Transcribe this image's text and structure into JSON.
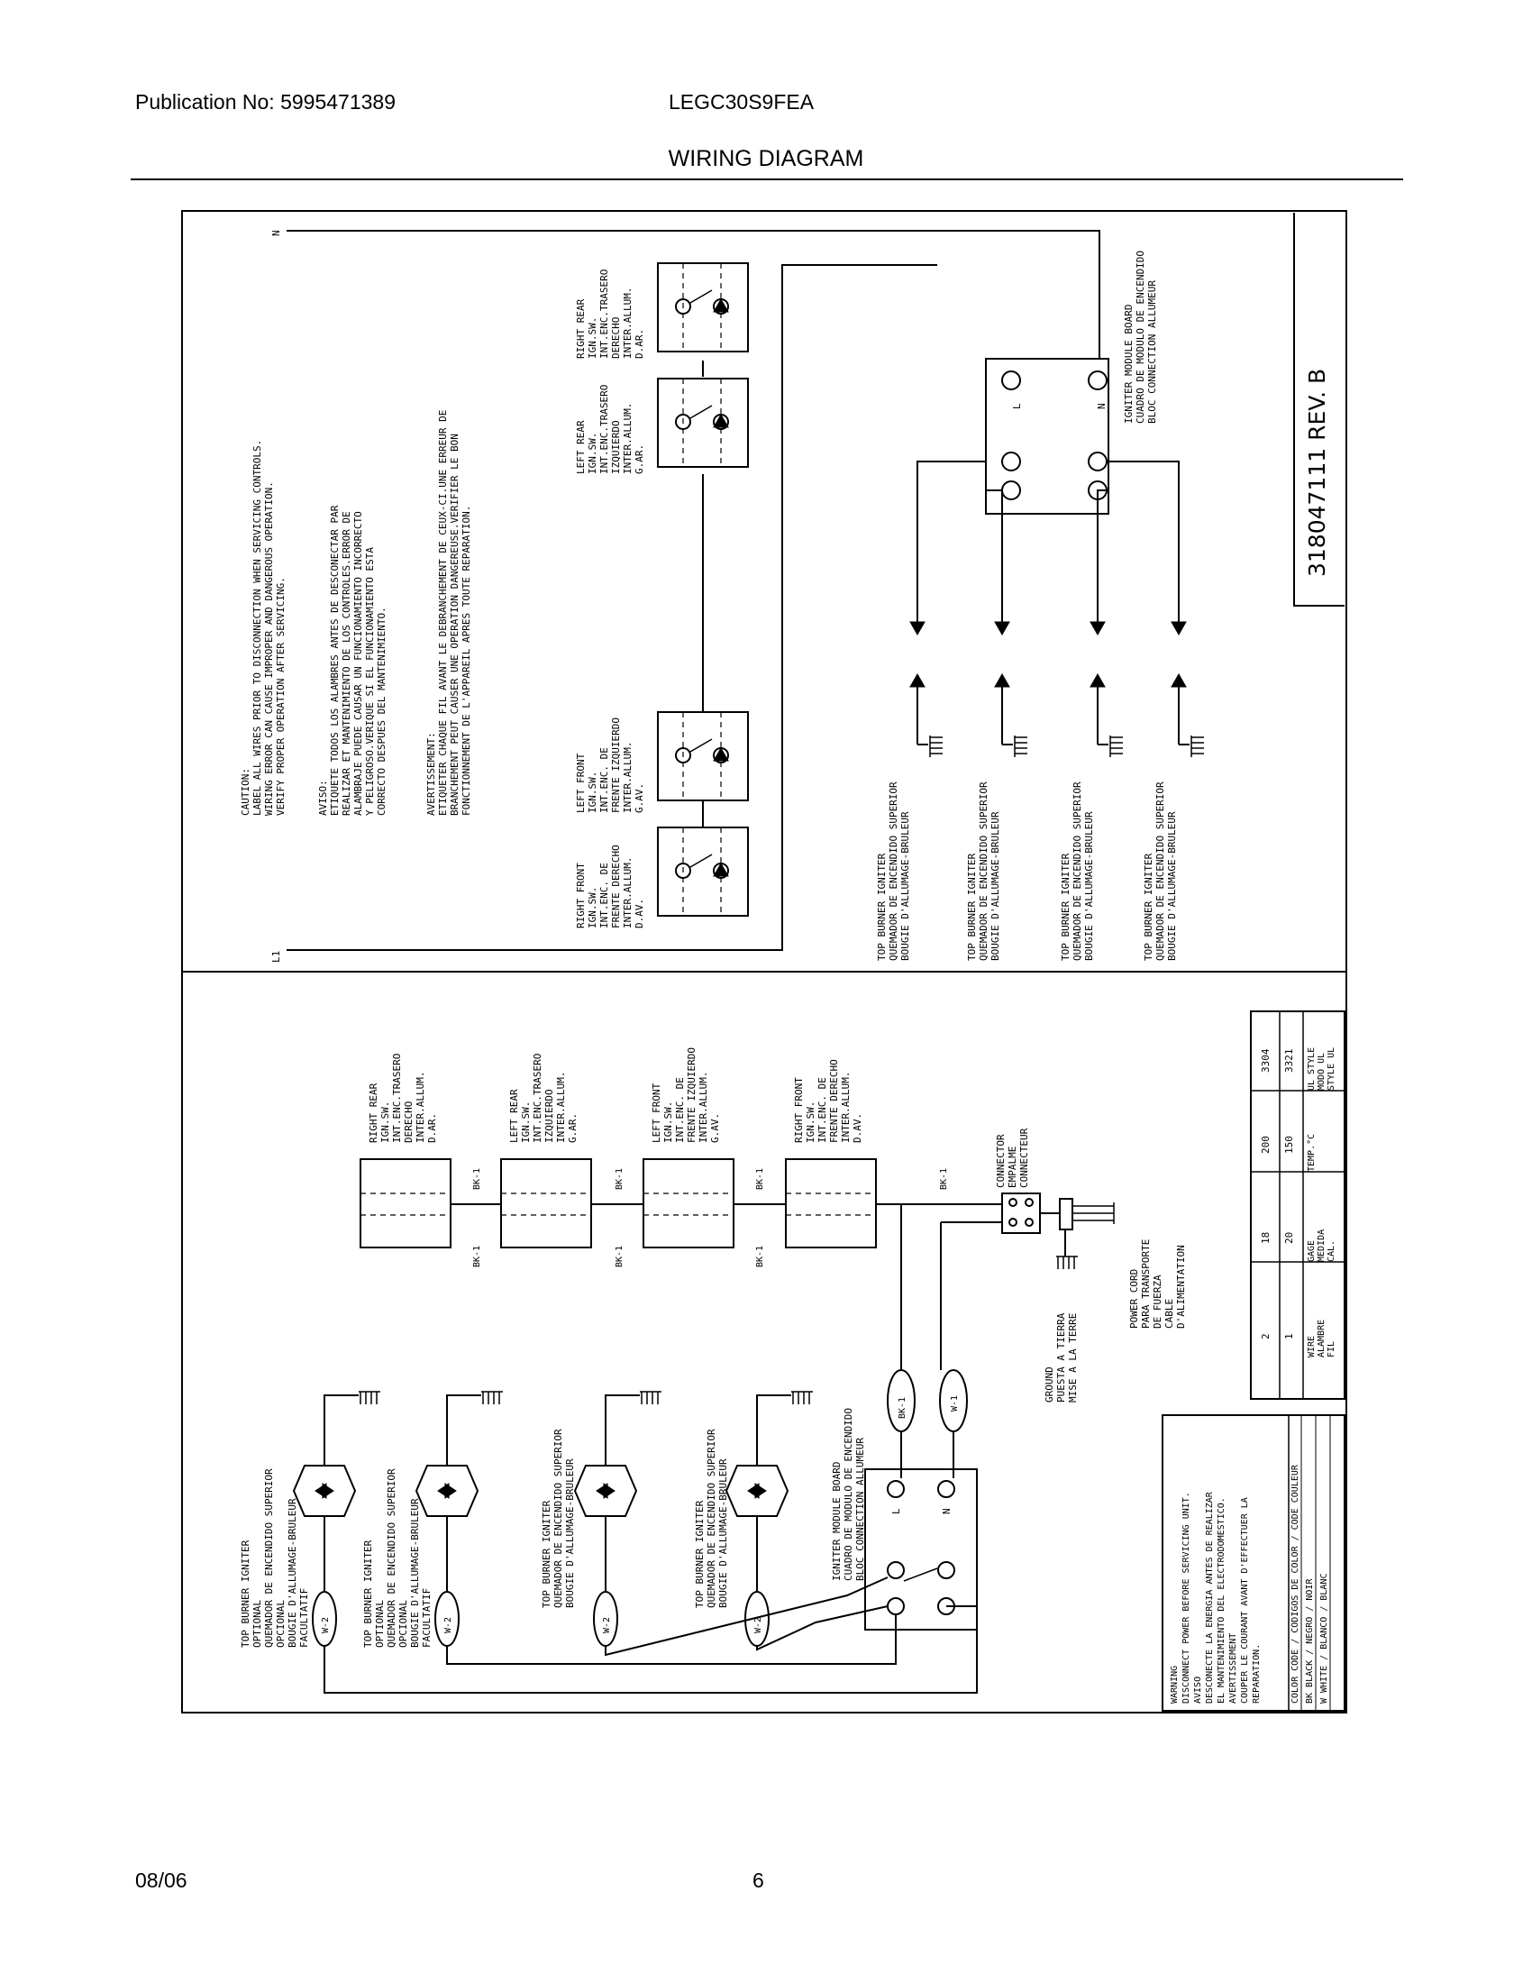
{
  "header": {
    "publication": "Publication No: 5995471389",
    "model": "LEGC30S9FEA",
    "title": "WIRING DIAGRAM"
  },
  "footer": {
    "date": "08/06",
    "page": "6"
  },
  "top": {
    "n_label": "N",
    "l1_label": "L1",
    "caution": {
      "heading": "CAUTION:",
      "lines": [
        "LABEL ALL WIRES PRIOR TO DISCONNECTION WHEN SERVICING CONTROLS.",
        "WIRING ERROR CAN CAUSE IMPROPER AND DANGEROUS OPERATION.",
        "VERIFY PROPER OPERATION AFTER SERVICING."
      ]
    },
    "aviso": {
      "heading": "AVISO:",
      "lines": [
        "ETIQUETE TODOS LOS ALAMBRES ANTES DE DESCONECTAR PAR",
        "REALIZAR ET MANTENIMIENTO DE LOS CONTROLES.ERROR DE",
        "ALAMBRAJE PUEDE CAUSAR UN FUNCIONAMIENTO INCORRECTO",
        "Y PELIGROSO.VERIQUE SI EL FUNCIONAMIENTO ESTA",
        "CORRECTO DESPUES DEL MANTENIMIENTO."
      ]
    },
    "avert": {
      "heading": "AVERTISSEMENT:",
      "lines": [
        "ETIQUETER CHAQUE FIL AVANT LE DEBRANCHEMENT DE CEUX-CI.UNE ERREUR DE",
        "BRANCHEMENT PEUT CAUSER UNE OPERATION DANGEREUSE.VERIFIER LE BON",
        "FONCTIONNEMENT DE L'APPAREIL APRES TOUTE REPARATION."
      ]
    },
    "switches": [
      {
        "lines": [
          "RIGHT FRONT",
          "IGN.SW.",
          "INT.ENC. DE",
          "FRENTE DERECHO",
          "INTER.ALLUM.",
          "D.AV."
        ]
      },
      {
        "lines": [
          "LEFT FRONT",
          "IGN.SW.",
          "INT.ENC. DE",
          "FRENTE IZQUIERDO",
          "INTER.ALLUM.",
          "G.AV."
        ]
      },
      {
        "lines": [
          "LEFT REAR",
          "IGN.SW.",
          "INT.ENC.TRASERO",
          "IZQUIERDO",
          "INTER.ALLUM.",
          "G.AR."
        ]
      },
      {
        "lines": [
          "RIGHT REAR",
          "IGN.SW.",
          "INT.ENC.TRASERO",
          "DERECHO",
          "INTER.ALLUM.",
          "D.AR."
        ]
      }
    ],
    "module": {
      "lines": [
        "IGNITER MODULE BOARD",
        "CUADRO DE MODULO DE ENCENDIDO",
        "BLOC CONNECTION ALLUMEUR"
      ],
      "l": "L",
      "n": "N"
    },
    "igniters": [
      {
        "lines": [
          "TOP BURNER IGNITER",
          "QUEMADOR DE ENCENDIDO SUPERIOR",
          "BOUGIE D'ALLUMAGE-BRULEUR"
        ]
      },
      {
        "lines": [
          "TOP BURNER IGNITER",
          "QUEMADOR DE ENCENDIDO SUPERIOR",
          "BOUGIE D'ALLUMAGE-BRULEUR"
        ]
      },
      {
        "lines": [
          "TOP BURNER IGNITER",
          "QUEMADOR DE ENCENDIDO SUPERIOR",
          "BOUGIE D'ALLUMAGE-BRULEUR"
        ]
      },
      {
        "lines": [
          "TOP BURNER IGNITER",
          "QUEMADOR DE ENCENDIDO SUPERIOR",
          "BOUGIE D'ALLUMAGE-BRULEUR"
        ]
      }
    ],
    "part_number": "318047111 REV. B"
  },
  "bottom": {
    "switches": [
      {
        "lines": [
          "RIGHT REAR",
          "IGN.SW.",
          "INT.ENC.TRASERO",
          "DERECHO",
          "INTER.ALLUM.",
          "D.AR."
        ]
      },
      {
        "lines": [
          "LEFT REAR",
          "IGN.SW.",
          "INT.ENC.TRASERO",
          "IZQUIERDO",
          "INTER.ALLUM.",
          "G.AR."
        ]
      },
      {
        "lines": [
          "LEFT FRONT",
          "IGN.SW.",
          "INT.ENC. DE",
          "FRENTE IZQUIERDO",
          "INTER.ALLUM.",
          "G.AV."
        ]
      },
      {
        "lines": [
          "RIGHT FRONT",
          "IGN.SW.",
          "INT.ENC. DE",
          "FRENTE DERECHO",
          "INTER.ALLUM.",
          "D.AV."
        ]
      }
    ],
    "wire_bk": "BK-1",
    "wire_bk_loop": "BK-1",
    "wire_w_loop": "W-1",
    "wire_w2": "W-2",
    "connector": {
      "lines": [
        "CONNECTOR",
        "EMPALME",
        "CONNECTEUR"
      ]
    },
    "power_cord": {
      "lines": [
        "POWER CORD",
        "PARA TRANSPORTE",
        "DE FUERZA",
        "CABLE",
        "D'ALIMENTATION"
      ]
    },
    "ground": {
      "lines": [
        "GROUND",
        "PUESTA A TIERRA",
        "MISE A LA TERRE"
      ]
    },
    "igniters": [
      {
        "lines": [
          "TOP BURNER IGNITER",
          "OPTIONAL",
          "QUEMADOR DE ENCENDIDO SUPERIOR",
          "OPCIONAL",
          "BOUGIE D'ALLUMAGE-BRULEUR",
          "FACULTATIF"
        ]
      },
      {
        "lines": [
          "TOP BURNER IGNITER",
          "OPTIONAL",
          "QUEMADOR DE ENCENDIDO SUPERIOR",
          "OPCIONAL",
          "BOUGIE D'ALLUMAGE-BRULEUR",
          "FACULTATIF"
        ]
      },
      {
        "lines": [
          "TOP BURNER IGNITER",
          "QUEMADOR DE ENCENDIDO SUPERIOR",
          "BOUGIE D'ALLUMAGE-BRULEUR"
        ]
      },
      {
        "lines": [
          "TOP BURNER IGNITER",
          "QUEMADOR DE ENCENDIDO SUPERIOR",
          "BOUGIE D'ALLUMAGE-BRULEUR"
        ]
      }
    ],
    "module": {
      "lines": [
        "IGNITER MODULE BOARD",
        "CUADRO DE MODULO DE ENCENDIDO",
        "BLOC CONNECTION ALLUMEUR"
      ],
      "l": "L",
      "n": "N"
    },
    "wire_table": {
      "rows": [
        [
          "2",
          "18",
          "200",
          "3304"
        ],
        [
          "1",
          "20",
          "150",
          "3321"
        ]
      ],
      "labels": [
        [
          "WIRE",
          "ALAMBRE",
          "FIL"
        ],
        [
          "GAGE",
          "MEDIDA",
          "CAL."
        ],
        [
          "TEMP.°C"
        ],
        [
          "UL STYLE",
          "MODO UL",
          "STYLE UL"
        ]
      ]
    },
    "warning": {
      "lines": [
        "WARNING",
        "DISCONNECT POWER BEFORE SERVICING UNIT.",
        "AVISO",
        "DESCONECTE LA ENERGIA ANTES DE REALIZAR",
        "EL MANTENIMIENTO DEL ELECTRODOMESTICO.",
        "AVERTISSEMENT",
        "COUPER LE COURANT AVANT D'EFFECTUER LA",
        "REPARATION."
      ]
    },
    "color_code": {
      "title": "COLOR CODE / CODIGOS DE COLOR / CODE COULEUR",
      "rows": [
        "BK BLACK / NEGRO / NOIR",
        "W WHITE / BLANCO / BLANC"
      ]
    }
  }
}
